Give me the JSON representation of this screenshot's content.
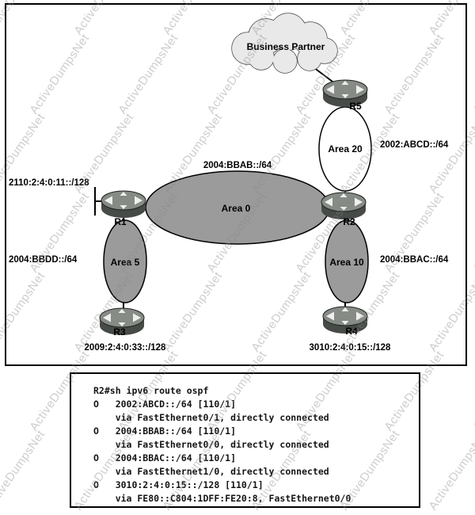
{
  "watermark": {
    "text": "ActiveDumpsNet"
  },
  "topology": {
    "cloud_label": "Business Partner",
    "routers": {
      "r1": "R1",
      "r2": "R2",
      "r3": "R3",
      "r4": "R4",
      "r5": "R5"
    },
    "areas": {
      "area0": {
        "label": "Area 0",
        "prefix": "2004:BBAB::/64"
      },
      "area5": {
        "label": "Area 5",
        "prefix": "2004:BBDD::/64"
      },
      "area10": {
        "label": "Area 10",
        "prefix": "2004:BBAC::/64"
      },
      "area20": {
        "label": "Area 20",
        "prefix": "2002:ABCD::/64"
      }
    },
    "loopbacks": {
      "r1": "2110:2:4:0:11::/128",
      "r3": "2009:2:4:0:33::/128",
      "r4": "3010:2:4:0:15::/128"
    }
  },
  "console": {
    "lines": [
      "R2#sh ipv6 route ospf",
      "O   2002:ABCD::/64 [110/1]",
      "    via FastEthernet0/1, directly connected",
      "O   2004:BBAB::/64 [110/1]",
      "    via FastEthernet0/0, directly connected",
      "O   2004:BBAC::/64 [110/1]",
      "    via FastEthernet1/0, directly connected",
      "O   3010:2:4:0:15::/128 [110/1]",
      "    via FE80::C804:1DFF:FE20:8, FastEthernet0/0"
    ]
  },
  "colors": {
    "area_fill": "#9b9b9b",
    "area20_fill": "#ffffff",
    "cloud_fill": "#e9e9e9",
    "router_body": "#474b47",
    "router_top": "#868b86"
  }
}
